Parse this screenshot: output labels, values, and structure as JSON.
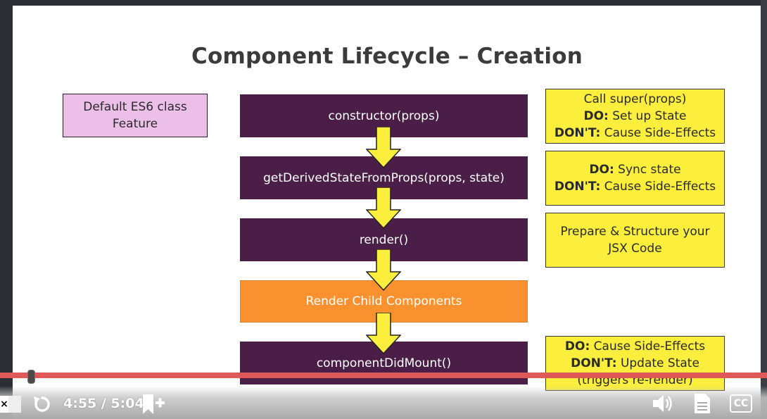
{
  "slide": {
    "title": "Component Lifecycle – Creation",
    "side_note": {
      "line1": "Default ES6 class",
      "line2": "Feature"
    },
    "steps": [
      {
        "label": "constructor(props)"
      },
      {
        "label": "getDerivedStateFromProps(props, state)"
      },
      {
        "label": "render()"
      },
      {
        "label": "Render Child Components"
      },
      {
        "label": "componentDidMount()"
      }
    ],
    "notes": [
      {
        "l1": "Call super(props)",
        "l2_bold": "DO:",
        "l2": " Set up State",
        "l3_bold": "DON'T:",
        "l3": " Cause Side-Effects"
      },
      {
        "l1_bold": "DO:",
        "l1": " Sync state",
        "l2_bold": "DON'T:",
        "l2": " Cause Side-Effects"
      },
      {
        "l1": "Prepare & Structure your",
        "l2": "JSX Code"
      },
      {
        "l1_bold": "DO:",
        "l1": " Cause Side-Effects",
        "l2_bold": "DON'T:",
        "l2": " Update State",
        "l3": "(triggers re-render)"
      }
    ]
  },
  "player": {
    "close_label": "×",
    "time": "4:55 / 5:04",
    "progress": 0.978,
    "cc_label": "CC"
  },
  "colors": {
    "step_purple": "#4b1e48",
    "step_orange": "#f8912e",
    "note_yellow": "#fbee3d",
    "side_pink": "#ecbfe9",
    "progress_red": "#e05959"
  }
}
